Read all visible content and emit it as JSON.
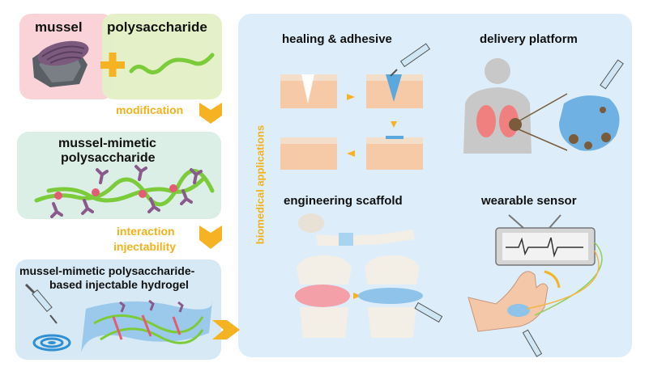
{
  "left": {
    "mussel_label": "mussel",
    "polysaccharide_label": "polysaccharide",
    "modification_label": "modification",
    "mimetic_label_line1": "mussel-mimetic",
    "mimetic_label_line2": "polysaccharide",
    "interaction_label": "interaction",
    "injectability_label": "injectability",
    "hydrogel_label_line1": "mussel-mimetic polysaccharide-",
    "hydrogel_label_line2": "based injectable hydrogel"
  },
  "right": {
    "side_label": "biomedical applications",
    "healing_title": "healing & adhesive",
    "delivery_title": "delivery platform",
    "scaffold_title": "engineering scaffold",
    "sensor_title": "wearable sensor"
  },
  "colors": {
    "mussel_bg": "#f9d3d8",
    "poly_bg": "#e3f0c5",
    "mimetic_bg": "#dcefe6",
    "hydrogel_bg": "#d7e9f5",
    "right_bg": "#ddeefa",
    "accent_orange": "#f5b324",
    "chain_green": "#7ccb3a",
    "catechol_purple": "#8a5a8c",
    "junction_pink": "#e45c73"
  }
}
